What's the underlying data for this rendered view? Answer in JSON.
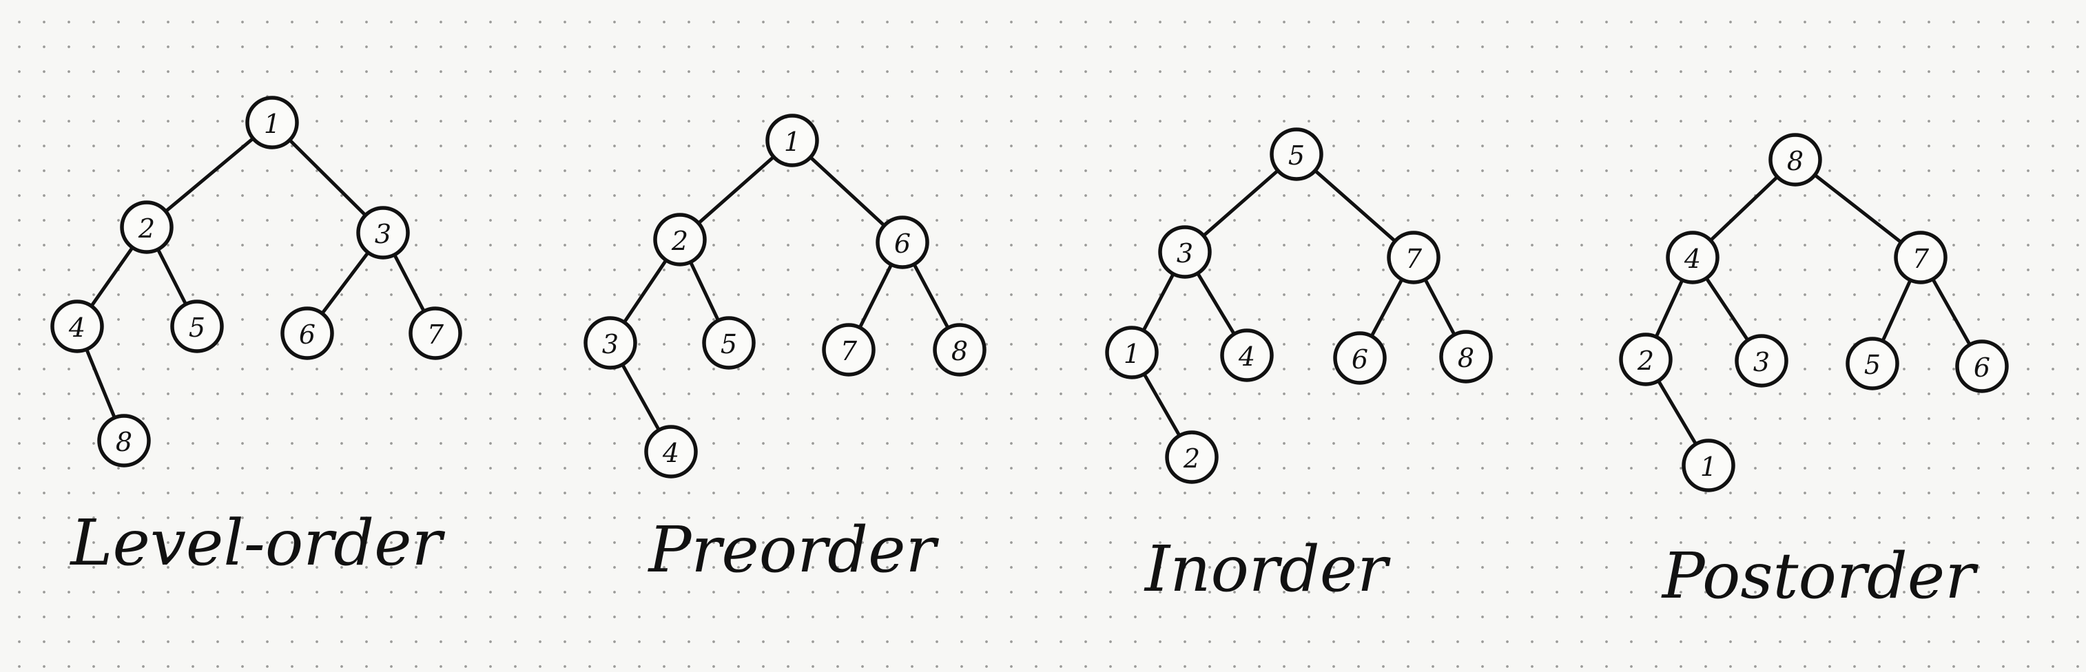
{
  "diagrams": [
    {
      "caption": "Level-order",
      "nodes": [
        {
          "id": "a",
          "label": "1"
        },
        {
          "id": "b",
          "label": "2",
          "parent": "a"
        },
        {
          "id": "c",
          "label": "3",
          "parent": "a"
        },
        {
          "id": "d",
          "label": "4",
          "parent": "b"
        },
        {
          "id": "e",
          "label": "5",
          "parent": "b"
        },
        {
          "id": "f",
          "label": "6",
          "parent": "c"
        },
        {
          "id": "g",
          "label": "7",
          "parent": "c"
        },
        {
          "id": "h",
          "label": "8",
          "parent": "d"
        }
      ]
    },
    {
      "caption": "Preorder",
      "nodes": [
        {
          "id": "a",
          "label": "1"
        },
        {
          "id": "b",
          "label": "2",
          "parent": "a"
        },
        {
          "id": "c",
          "label": "6",
          "parent": "a"
        },
        {
          "id": "d",
          "label": "3",
          "parent": "b"
        },
        {
          "id": "e",
          "label": "5",
          "parent": "b"
        },
        {
          "id": "f",
          "label": "7",
          "parent": "c"
        },
        {
          "id": "g",
          "label": "8",
          "parent": "c"
        },
        {
          "id": "h",
          "label": "4",
          "parent": "d"
        }
      ]
    },
    {
      "caption": "Inorder",
      "nodes": [
        {
          "id": "a",
          "label": "5"
        },
        {
          "id": "b",
          "label": "3",
          "parent": "a"
        },
        {
          "id": "c",
          "label": "7",
          "parent": "a"
        },
        {
          "id": "d",
          "label": "1",
          "parent": "b"
        },
        {
          "id": "e",
          "label": "4",
          "parent": "b"
        },
        {
          "id": "f",
          "label": "6",
          "parent": "c"
        },
        {
          "id": "g",
          "label": "8",
          "parent": "c"
        },
        {
          "id": "h",
          "label": "2",
          "parent": "d"
        }
      ]
    },
    {
      "caption": "Postorder",
      "nodes": [
        {
          "id": "a",
          "label": "8"
        },
        {
          "id": "b",
          "label": "4",
          "parent": "a"
        },
        {
          "id": "c",
          "label": "7",
          "parent": "a"
        },
        {
          "id": "d",
          "label": "2",
          "parent": "b"
        },
        {
          "id": "e",
          "label": "3",
          "parent": "b"
        },
        {
          "id": "f",
          "label": "5",
          "parent": "c"
        },
        {
          "id": "g",
          "label": "6",
          "parent": "c"
        },
        {
          "id": "h",
          "label": "1",
          "parent": "d"
        }
      ]
    }
  ]
}
